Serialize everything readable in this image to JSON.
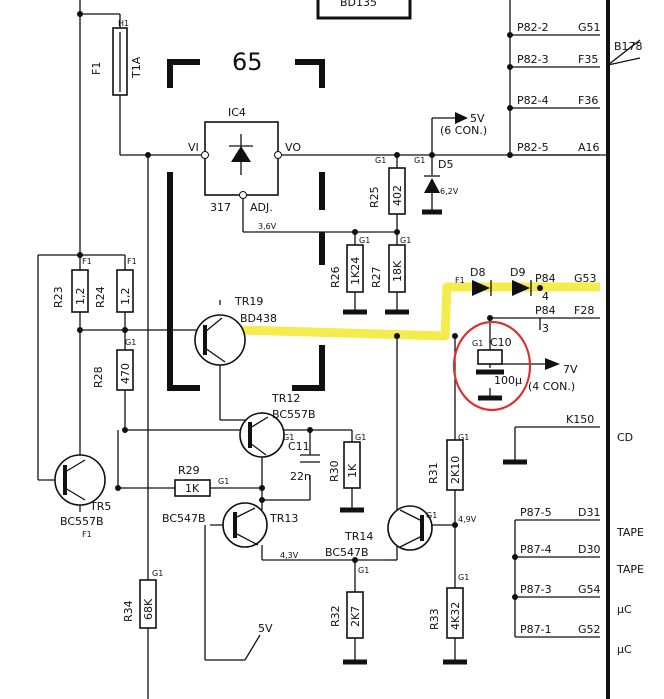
{
  "block_number": "65",
  "top_part": "BD135",
  "regulator": {
    "name": "IC4",
    "in": "VI",
    "out": "VO",
    "type": "317",
    "adj": "ADJ."
  },
  "fuse": {
    "name": "F1",
    "rating": "T1A",
    "ref": "H1"
  },
  "voltages": {
    "v5": "5V",
    "v5_note": "(6 CON.)",
    "v36": "3,6V",
    "v62": "6,2V",
    "v7": "7V",
    "v7_note": "(4 CON.)",
    "v49": "4,9V",
    "v43": "4,3V",
    "v5b": "5V"
  },
  "grid_refs": {
    "g1": "G1",
    "f1": "F1"
  },
  "resistors": {
    "r23": {
      "name": "R23",
      "value": "1,2"
    },
    "r24": {
      "name": "R24",
      "value": "1,2"
    },
    "r25": {
      "name": "R25",
      "value": "402"
    },
    "r26": {
      "name": "R26",
      "value": "1K24"
    },
    "r27": {
      "name": "R27",
      "value": "18K"
    },
    "r28": {
      "name": "R28",
      "value": "470"
    },
    "r29": {
      "name": "R29",
      "value": "1K"
    },
    "r30": {
      "name": "R30",
      "value": "1K"
    },
    "r31": {
      "name": "R31",
      "value": "2K10"
    },
    "r32": {
      "name": "R32",
      "value": "2K7"
    },
    "r33": {
      "name": "R33",
      "value": "4K32"
    },
    "r34": {
      "name": "R34",
      "value": "68K"
    }
  },
  "transistors": {
    "tr19": {
      "name": "TR19",
      "type": "BD438"
    },
    "tr12": {
      "name": "TR12",
      "type": "BC557B"
    },
    "tr13": {
      "name": "TR13",
      "type": "BC547B"
    },
    "tr14": {
      "name": "TR14",
      "type": "BC547B"
    },
    "tr5": {
      "name": "TR5",
      "type": "BC557B"
    }
  },
  "diodes": {
    "d5": "D5",
    "d8": "D8",
    "d9": "D9"
  },
  "capacitors": {
    "c10": {
      "name": "C10",
      "value": "100µ"
    },
    "c11": {
      "name": "C11",
      "value": "22n"
    }
  },
  "connector": {
    "name": "B178",
    "pins": [
      {
        "pin": "P82-2",
        "net": "G51"
      },
      {
        "pin": "P82-3",
        "net": "F35"
      },
      {
        "pin": "P82-4",
        "net": "F36"
      },
      {
        "pin": "P82-5",
        "net": "A16"
      },
      {
        "pin": "P84",
        "net": "G53",
        "sub": "4"
      },
      {
        "pin": "P84",
        "net": "F28",
        "sub": "3"
      },
      {
        "pin": "K150",
        "net": "",
        "label": "CD"
      },
      {
        "pin": "P87-5",
        "net": "D31",
        "label": "TAPE"
      },
      {
        "pin": "P87-4",
        "net": "D30",
        "label": "TAPE"
      },
      {
        "pin": "P87-3",
        "net": "G54",
        "label": "µC"
      },
      {
        "pin": "P87-1",
        "net": "G52",
        "label": "µC"
      }
    ]
  },
  "colors": {
    "highlight": "#f2e82e",
    "circle": "#d93030",
    "ink": "#111111"
  }
}
